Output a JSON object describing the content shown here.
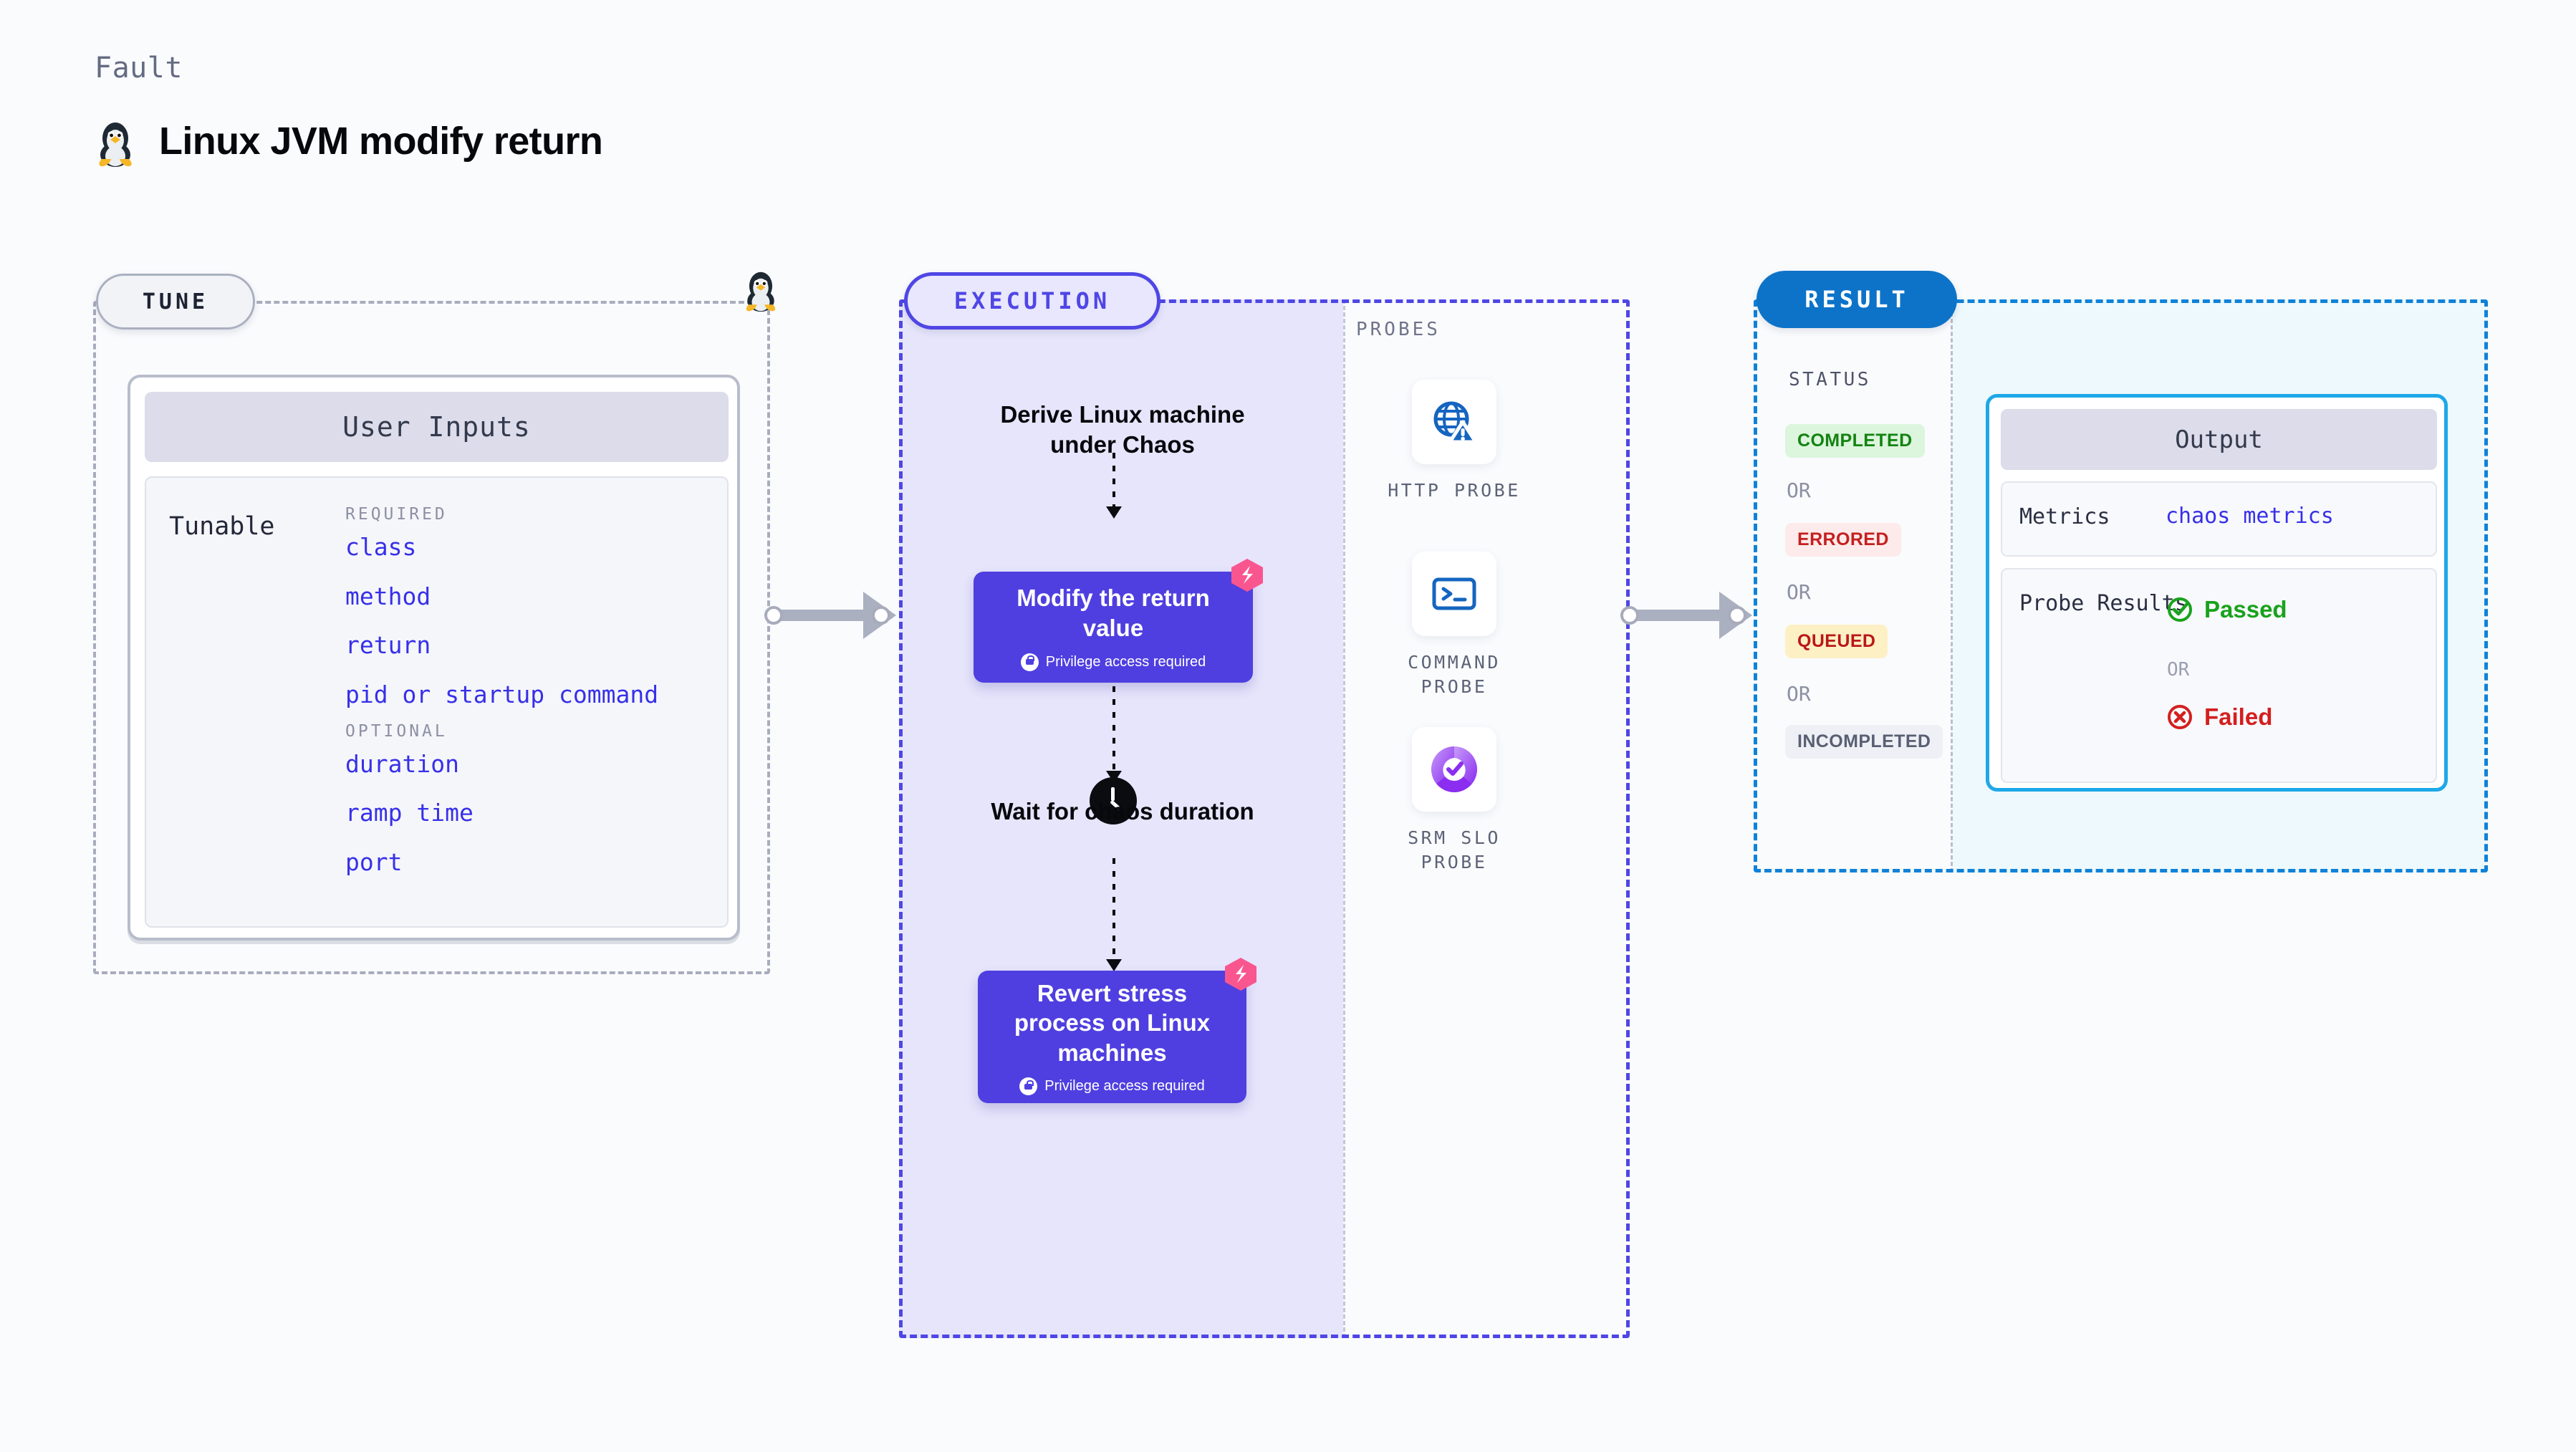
{
  "header": {
    "kicker": "Fault",
    "title": "Linux JVM modify return",
    "icon": "tux-penguin-icon"
  },
  "tune": {
    "badge": "TUNE",
    "marker_icon": "tux-penguin-icon",
    "card": {
      "header": "User Inputs",
      "row_label": "Tunable",
      "groups": [
        {
          "title": "REQUIRED",
          "params": [
            "class",
            "method",
            "return",
            "pid or startup command"
          ]
        },
        {
          "title": "OPTIONAL",
          "params": [
            "duration",
            "ramp time",
            "port"
          ]
        }
      ]
    }
  },
  "execution": {
    "badge": "EXECUTION",
    "steps": [
      {
        "type": "text",
        "label": "Derive Linux machine under Chaos"
      },
      {
        "type": "card",
        "label": "Modify the return value",
        "note": "Privilege access required",
        "note_icon": "lock-icon",
        "corner_icon": "litmus-chaos-icon"
      },
      {
        "type": "text",
        "label": "Wait for chaos duration",
        "icon": "clock-icon"
      },
      {
        "type": "card",
        "label": "Revert stress process on Linux machines",
        "note": "Privilege access required",
        "note_icon": "lock-icon",
        "corner_icon": "litmus-chaos-icon"
      }
    ]
  },
  "probes": {
    "title": "PROBES",
    "items": [
      {
        "label": "HTTP PROBE",
        "icon": "globe-warning-icon"
      },
      {
        "label": "COMMAND PROBE",
        "icon": "terminal-icon"
      },
      {
        "label": "SRM SLO PROBE",
        "icon": "slo-donut-check-icon"
      }
    ]
  },
  "result": {
    "badge": "RESULT",
    "status_title": "STATUS",
    "or_label": "OR",
    "statuses": [
      {
        "label": "COMPLETED",
        "bg": "#dcf5dd",
        "fg": "#138312"
      },
      {
        "label": "ERRORED",
        "bg": "#fdeaea",
        "fg": "#c41f1f"
      },
      {
        "label": "QUEUED",
        "bg": "#fdf0c4",
        "fg": "#bb1717"
      },
      {
        "label": "INCOMPLETED",
        "bg": "#eef0f5",
        "fg": "#596073"
      }
    ],
    "output": {
      "header": "Output",
      "metrics_key": "Metrics",
      "metrics_value": "chaos metrics",
      "probe_key": "Probe Results",
      "passed_label": "Passed",
      "passed_icon": "check-circle-icon",
      "failed_label": "Failed",
      "failed_icon": "x-circle-icon",
      "or_label": "OR"
    }
  },
  "colors": {
    "accent_purple": "#4f3fe0",
    "accent_blue": "#0d73c8",
    "accent_cyan": "#1ea8e8",
    "chaos_pink": "#f9568f",
    "param_blue": "#3730e8",
    "background": "#fafbfd"
  }
}
